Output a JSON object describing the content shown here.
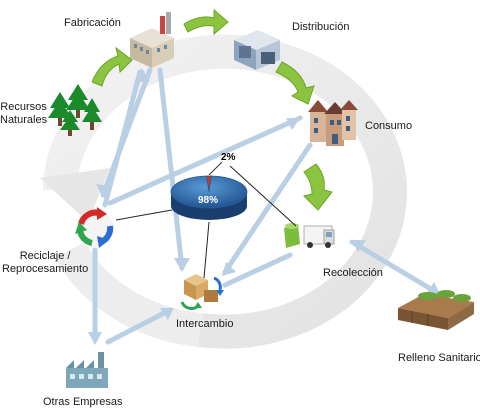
{
  "nodes": {
    "fabricacion": "Fabricación",
    "distribucion": "Distribución",
    "consumo": "Consumo",
    "recoleccion": "Recolección",
    "intercambio": "Intercambio",
    "reciclaje": "Reciclaje /\nReprocesamiento",
    "recursos": "Recursos\nNaturales",
    "otras": "Otras Empresas",
    "relleno": "Relleno Sanitario"
  },
  "chart_data": {
    "type": "pie",
    "labels": [
      "98%",
      "2%"
    ],
    "values": [
      98,
      2
    ]
  },
  "colors": {
    "cycle_ring": "#e9e9e9",
    "green_arrow": "#8bc43f",
    "blue_connector": "#b9cfe4",
    "pie_main": "#2f6fb1",
    "pie_small": "#c0392b"
  }
}
